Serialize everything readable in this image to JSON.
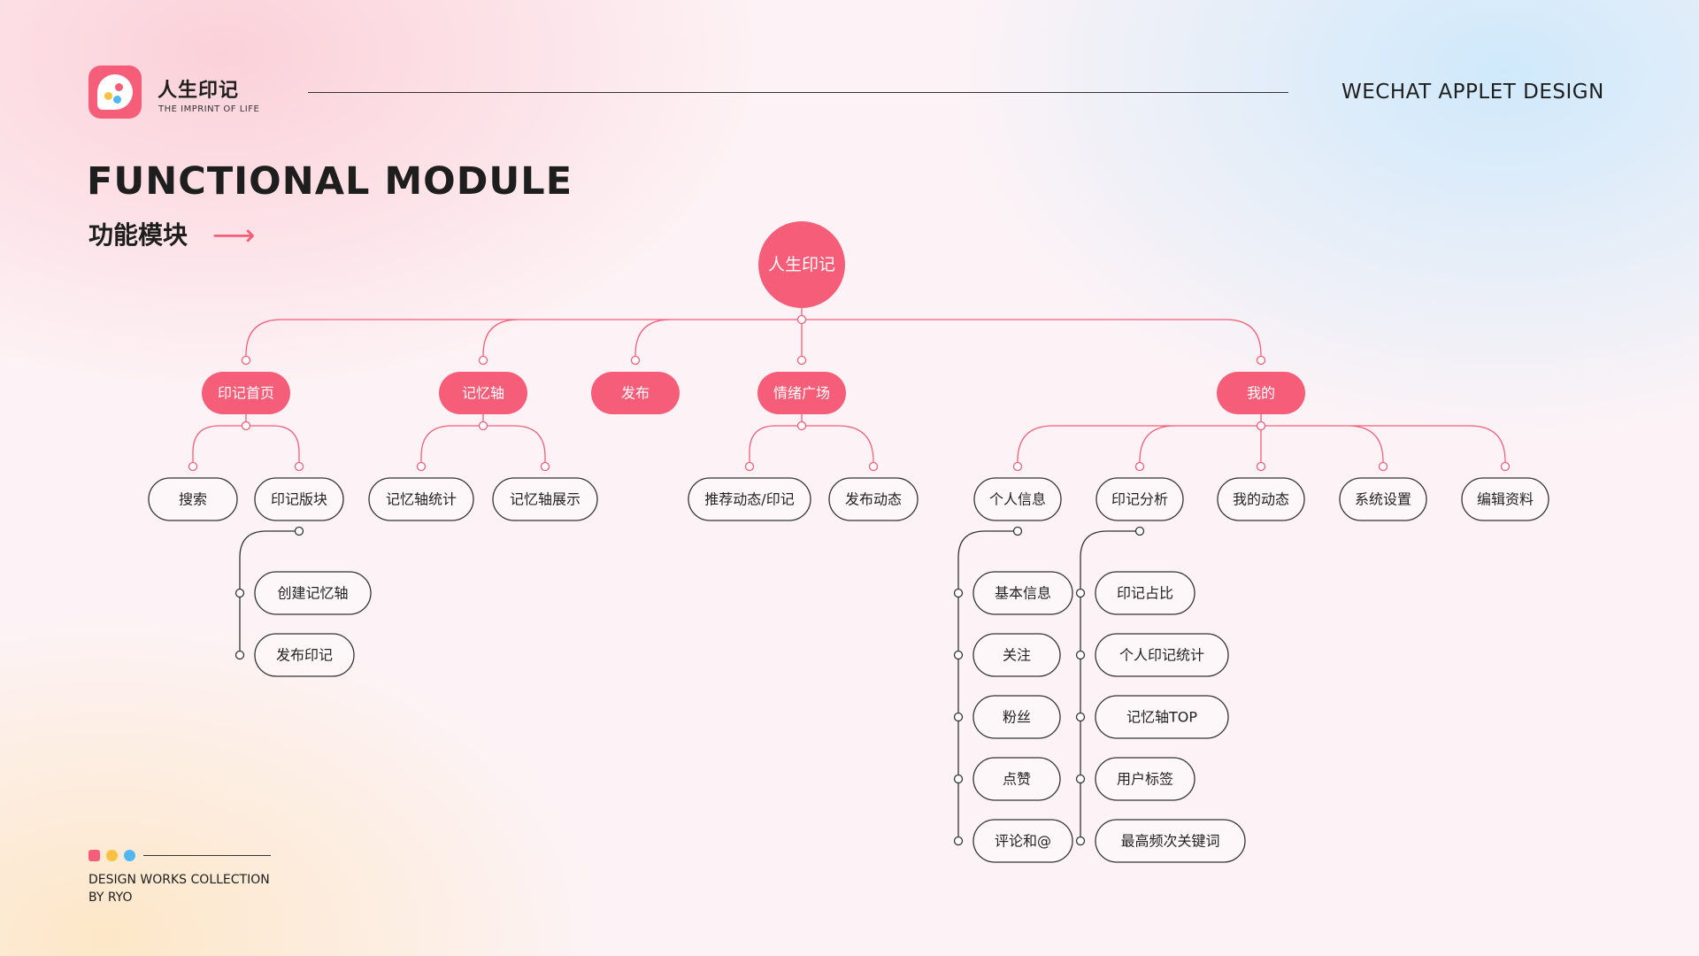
{
  "brand": {
    "title": "人生印记",
    "subtitle": "THE IMPRINT OF LIFE",
    "colors": {
      "primary": "#f55d78",
      "dot_red": "#f55d78",
      "dot_yellow": "#f8c240",
      "dot_blue": "#52b6f3"
    }
  },
  "header": {
    "right_label": "WECHAT APPLET DESIGN"
  },
  "section": {
    "title_en": "FUNCTIONAL MODULE",
    "title_cn": "功能模块",
    "arrow": "⟶"
  },
  "footer": {
    "line1": "DESIGN WORKS COLLECTION",
    "line2": "BY RYO"
  },
  "tree": {
    "root": "人生印记",
    "modules": [
      {
        "label": "印记首页",
        "children": [
          {
            "label": "搜索"
          },
          {
            "label": "印记版块",
            "children": [
              "创建记忆轴",
              "发布印记"
            ]
          }
        ]
      },
      {
        "label": "记忆轴",
        "children": [
          {
            "label": "记忆轴统计"
          },
          {
            "label": "记忆轴展示"
          }
        ]
      },
      {
        "label": "发布",
        "children": []
      },
      {
        "label": "情绪广场",
        "children": [
          {
            "label": "推荐动态/印记"
          },
          {
            "label": "发布动态"
          }
        ]
      },
      {
        "label": "我的",
        "children": [
          {
            "label": "个人信息",
            "children": [
              "基本信息",
              "关注",
              "粉丝",
              "点赞",
              "评论和@"
            ]
          },
          {
            "label": "印记分析",
            "children": [
              "印记占比",
              "个人印记统计",
              "记忆轴TOP",
              "用户标签",
              "最高频次关键词"
            ]
          },
          {
            "label": "我的动态"
          },
          {
            "label": "系统设置"
          },
          {
            "label": "编辑资料"
          }
        ]
      }
    ]
  }
}
